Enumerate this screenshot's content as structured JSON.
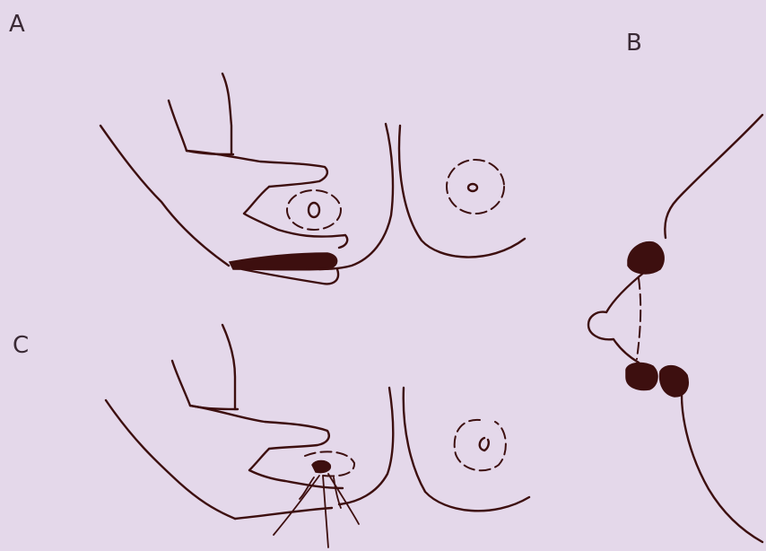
{
  "panels": [
    {
      "id": "A",
      "label": "A"
    },
    {
      "id": "B",
      "label": "B"
    },
    {
      "id": "C",
      "label": "C"
    }
  ],
  "colors": {
    "background": "#e4d8ea",
    "ink": "#3d0f0f"
  }
}
